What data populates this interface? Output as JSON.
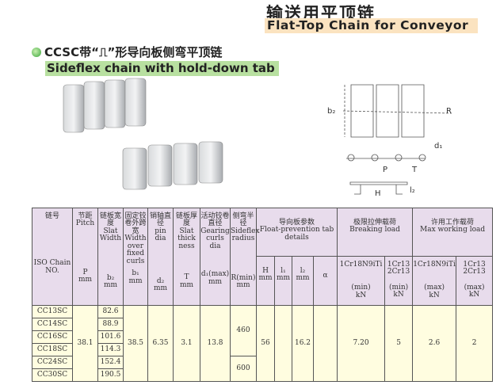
{
  "header": {
    "title_cn": "输送用平顶链",
    "title_en": "Flat-Top Chain for Conveyor"
  },
  "section": {
    "title_cn": "CCSC带“⎍”形导向板侧弯平顶链",
    "title_en": "Sideflex chain with hold-down tab"
  },
  "diagram_labels": {
    "b2": "b₂",
    "R": "R",
    "d1": "d₁",
    "P": "P",
    "T": "T",
    "l2": "l₂",
    "H": "H"
  },
  "table": {
    "headers": {
      "chain": {
        "cn": "链号",
        "en": "ISO Chain NO."
      },
      "pitch": {
        "cn": "节距",
        "en": "Pitch",
        "sym": "P",
        "unit": "mm"
      },
      "b2": {
        "cn": "链板宽度",
        "en": "Slat Width",
        "sym": "b₂",
        "unit": "mm"
      },
      "b1": {
        "cn": "固定铰卷外跨宽",
        "en": "Width over fixed curls",
        "sym": "b₁",
        "unit": "mm"
      },
      "d2": {
        "cn": "销轴直径",
        "en": "pin dia",
        "sym": "d₂",
        "unit": "mm"
      },
      "T": {
        "cn": "链板厚度",
        "en": "Slat thick ness",
        "sym": "T",
        "unit": "mm"
      },
      "d1": {
        "cn": "活动铰卷直径",
        "en": "Gearing curls dia",
        "sym": "d₁(max)",
        "unit": "mm"
      },
      "R": {
        "cn": "侧弯半径",
        "en": "Sideflex radius",
        "sym": "R(min)",
        "unit": "mm"
      },
      "tab": {
        "cn": "导向板参数",
        "en": "Float-prevention tab details",
        "H": "H",
        "l1": "l₁",
        "l2": "l₂",
        "alpha": "α",
        "unit": "mm"
      },
      "breaking": {
        "cn": "极限拉伸载荷",
        "en": "Breaking load",
        "m1": "1Cr18N9iTi",
        "m2": "1Cr13 2Cr13",
        "q": "(min)",
        "unit": "kN"
      },
      "working": {
        "cn": "许用工作载荷",
        "en": "Max working load",
        "m1": "1Cr18N9iTi",
        "m2": "1Cr13 2Cr13",
        "q": "(max)",
        "unit": "kN"
      }
    },
    "rows": [
      {
        "chain": "CC13SC",
        "b2": "82.6"
      },
      {
        "chain": "CC14SC",
        "b2": "88.9"
      },
      {
        "chain": "CC16SC",
        "b2": "101.6"
      },
      {
        "chain": "CC18SC",
        "b2": "114.3"
      },
      {
        "chain": "CC24SC",
        "b2": "152.4"
      },
      {
        "chain": "CC30SC",
        "b2": "190.5"
      }
    ],
    "shared": {
      "pitch": "38.1",
      "b1": "38.5",
      "d2": "6.35",
      "T": "3.1",
      "d1": "13.8",
      "R1": "460",
      "R2": "600",
      "H": "56",
      "l1": "",
      "l2": "16.2",
      "alpha": "",
      "break1": "7.20",
      "break2": "5",
      "work1": "2.6",
      "work2": "2"
    }
  }
}
